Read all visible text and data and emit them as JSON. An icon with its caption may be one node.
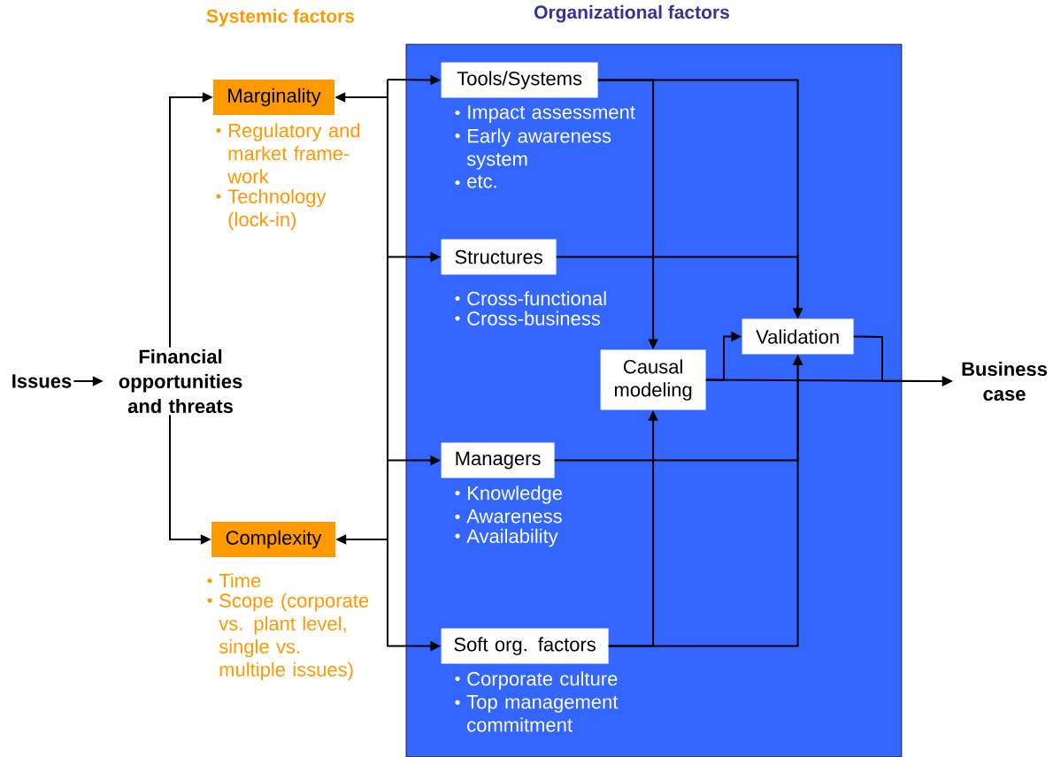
{
  "diagram": {
    "nodes": [
      {
        "text": [
          "Issues"
        ]
      },
      {
        "text": [
          "Financial opportunities and threats"
        ]
      },
      {
        "text": [
          "Organizational factors"
        ]
      },
      {
        "text": [
          "Marginality"
        ],
        "beside": [
          "Regulatory and market frame-work",
          "Technology (lock-in)"
        ]
      },
      {
        "text": [
          "Complexity"
        ],
        "beside": [
          "Time",
          "Scope (corporate vs. plant level, single vs. multiple issues)"
        ]
      },
      {
        "text": [
          "Tools/Systems"
        ],
        "in": 2,
        "beside": [
          "Impact assessment",
          "Early awareness system",
          "etc."
        ]
      },
      {
        "text": [
          "Structures"
        ],
        "in": 2,
        "beside": [
          "Cross-functional",
          "Cross-business"
        ]
      },
      {
        "text": [
          "Managers"
        ],
        "in": 2,
        "beside": [
          "Knowledge",
          "Awareness",
          "Availability"
        ]
      },
      {
        "text": [
          "Soft org. factors"
        ],
        "in": 2,
        "beside": [
          "Corporate culture",
          "Top management commitment"
        ]
      },
      {
        "text": [
          "Causal modeling"
        ],
        "in": 2
      },
      {
        "text": [
          "Validation"
        ],
        "in": 2
      },
      {
        "text": [
          "Business case"
        ]
      }
    ],
    "edges": [
      {
        "from": 0,
        "to": 1,
        "arrow": "to"
      },
      {
        "from": 1,
        "to": 3,
        "arrow": "to"
      },
      {
        "from": 1,
        "to": 4,
        "arrow": "to"
      },
      {
        "from": null,
        "to": 3,
        "arrow": "to"
      },
      {
        "from": null,
        "to": 4,
        "arrow": "to"
      },
      {
        "from": null,
        "to": 5,
        "arrow": "to"
      },
      {
        "from": null,
        "to": 6,
        "arrow": "to"
      },
      {
        "from": null,
        "to": 7,
        "arrow": "to"
      },
      {
        "from": null,
        "to": 8,
        "arrow": "to"
      },
      {
        "from": 5,
        "to": 9,
        "arrow": "to"
      },
      {
        "from": 5,
        "to": 10,
        "arrow": "to"
      },
      {
        "from": 6,
        "to": 10,
        "arrow": "to"
      },
      {
        "from": 7,
        "to": 10,
        "arrow": "to"
      },
      {
        "from": 8,
        "to": 9,
        "arrow": "to"
      },
      {
        "from": 8,
        "to": 10,
        "arrow": "to"
      },
      {
        "from": 9,
        "to": 11,
        "arrow": "to"
      },
      {
        "from": 9,
        "to": 10,
        "arrow": "to"
      },
      {
        "from": 10,
        "to": 11,
        "arrow": "to"
      }
    ],
    "labels": [
      "Systemic factors"
    ]
  }
}
